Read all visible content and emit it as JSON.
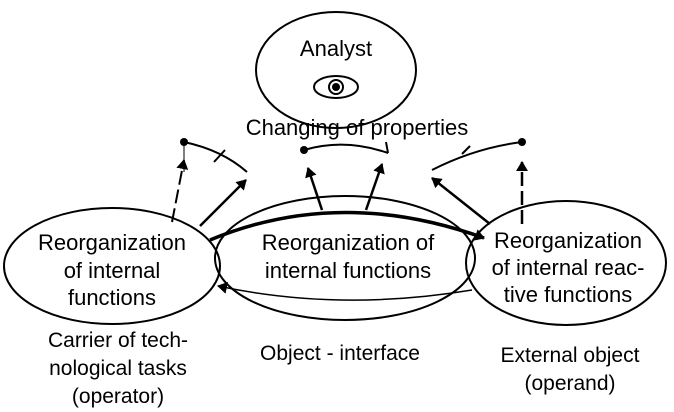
{
  "analyst": {
    "label": "Analyst",
    "icon": "eye-icon"
  },
  "changing_label": "Changing of properties",
  "nodes": {
    "left": {
      "lines": [
        "Reorganization",
        "of internal",
        "functions"
      ],
      "caption": [
        "Carrier of tech-",
        "nological tasks",
        "(operator)"
      ]
    },
    "middle": {
      "lines": [
        "Reorganization of",
        "internal functions"
      ],
      "caption": [
        "Object - interface"
      ]
    },
    "right": {
      "lines": [
        "Reorganization",
        "of internal reac-",
        "tive functions"
      ],
      "caption": [
        "External object",
        "(operand)"
      ]
    }
  },
  "colors": {
    "ink": "#000000",
    "background": "#ffffff"
  }
}
